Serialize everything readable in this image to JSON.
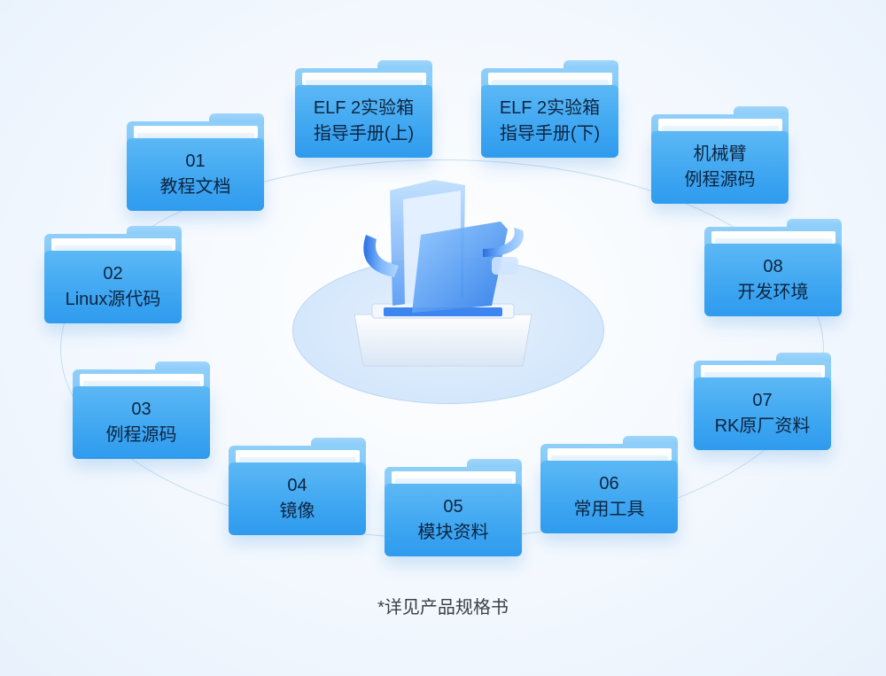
{
  "folders": [
    {
      "line1": "ELF 2实验箱",
      "line2": "指导手册(上)"
    },
    {
      "line1": "ELF 2实验箱",
      "line2": "指导手册(下)"
    },
    {
      "line1": "01",
      "line2": "教程文档"
    },
    {
      "line1": "机械臂",
      "line2": "例程源码"
    },
    {
      "line1": "02",
      "line2": "Linux源代码"
    },
    {
      "line1": "08",
      "line2": "开发环境"
    },
    {
      "line1": "03",
      "line2": "例程源码"
    },
    {
      "line1": "07",
      "line2": "RK原厂资料"
    },
    {
      "line1": "04",
      "line2": "镜像"
    },
    {
      "line1": "05",
      "line2": "模块资料"
    },
    {
      "line1": "06",
      "line2": "常用工具"
    }
  ],
  "footnote": "*详见产品规格书",
  "colors": {
    "folder_front": "#3ea6f1",
    "folder_back": "#8fcff9",
    "ring": "#c5dcf4",
    "text": "#0d2440"
  },
  "icons": {
    "center": "file-box-3d-icon",
    "folder": "folder-icon"
  }
}
